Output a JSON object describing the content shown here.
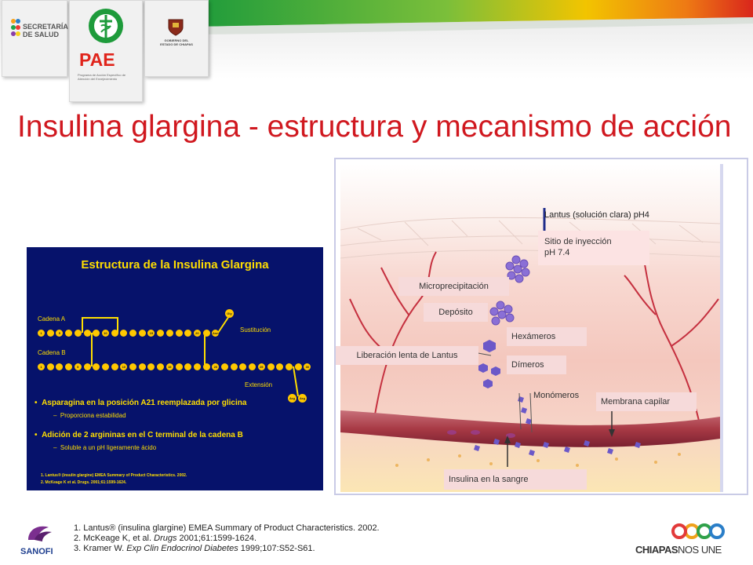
{
  "header": {
    "secretaria_line1": "SECRETARÍA",
    "secretaria_line2": "DE SALUD",
    "pae": "PAE",
    "pae_tagline": "Programa de Acción Específico de Atención del Envejecimiento",
    "gobierno_line1": "GOBIERNO DEL",
    "gobierno_line2": "ESTADO DE CHIAPAS"
  },
  "title": "Insulina glargina - estructura y mecanismo de acción",
  "structure_panel": {
    "title": "Estructura de la Insulina Glargina",
    "cadena_a": "Cadena A",
    "cadena_b": "Cadena B",
    "sustitucion": "Sustitución",
    "extension": "Extensión",
    "gly": "Gly",
    "asn": "Asn",
    "arg1": "Arg",
    "arg2": "Arg",
    "chain_a_numbers": [
      "1",
      "",
      "5",
      "",
      "",
      "",
      "",
      "10",
      "",
      "",
      "",
      "",
      "15",
      "",
      "",
      "",
      "",
      "20",
      "",
      "Asn"
    ],
    "chain_b_numbers": [
      "1",
      "",
      "",
      "",
      "5",
      "",
      "",
      "",
      "",
      "10",
      "",
      "",
      "",
      "",
      "15",
      "",
      "",
      "",
      "",
      "20",
      "",
      "",
      "",
      "",
      "25",
      "",
      "",
      "",
      "",
      "30"
    ],
    "bullet1": "Asparagina en la posición A21 reemplazada por glicina",
    "sub1": "Proporciona estabilidad",
    "bullet2": "Adición de 2 argininas en el C terminal de la cadena B",
    "sub2": "Soluble a un pH ligeramente ácido",
    "ref1": "1. Lantus® (insulin glargine) EMEA Summary of Product Characteristics. 2002.",
    "ref2": "2. McKeage K et al. Drugs. 2001;61:1599-1624."
  },
  "illustration": {
    "lantus": "Lantus (solución clara) pH4",
    "sitio_line1": "Sitio de inyección",
    "sitio_line2": "pH 7.4",
    "microprecipitacion": "Microprecipitación",
    "deposito": "Depósito",
    "hexameros": "Hexámeros",
    "liberacion": "Liberación lenta de Lantus",
    "dimeros": "Dímeros",
    "monomeros": "Monómeros",
    "membrana": "Membrana capilar",
    "insulina_sangre": "Insulina en la sangre"
  },
  "references": {
    "r1": "1. Lantus® (insulina glargine) EMEA Summary of Product Characteristics. 2002.",
    "r2_a": "2. McKeage K, et al. ",
    "r2_b": "Drugs",
    "r2_c": " 2001;61:1599-1624.",
    "r3_a": "3. Kramer W. ",
    "r3_b": "Exp Clin Endocrinol Diabetes",
    "r3_c": " 1999;107:S52-S61."
  },
  "footer": {
    "sanofi": "SANOFI",
    "chiapas": "CHIAPAS",
    "nos_une": "NOS UNE"
  },
  "colors": {
    "title_red": "#d0181f",
    "panel_blue": "#06126b",
    "panel_yellow": "#ffde00",
    "crystal_purple": "#8a6fd6"
  }
}
